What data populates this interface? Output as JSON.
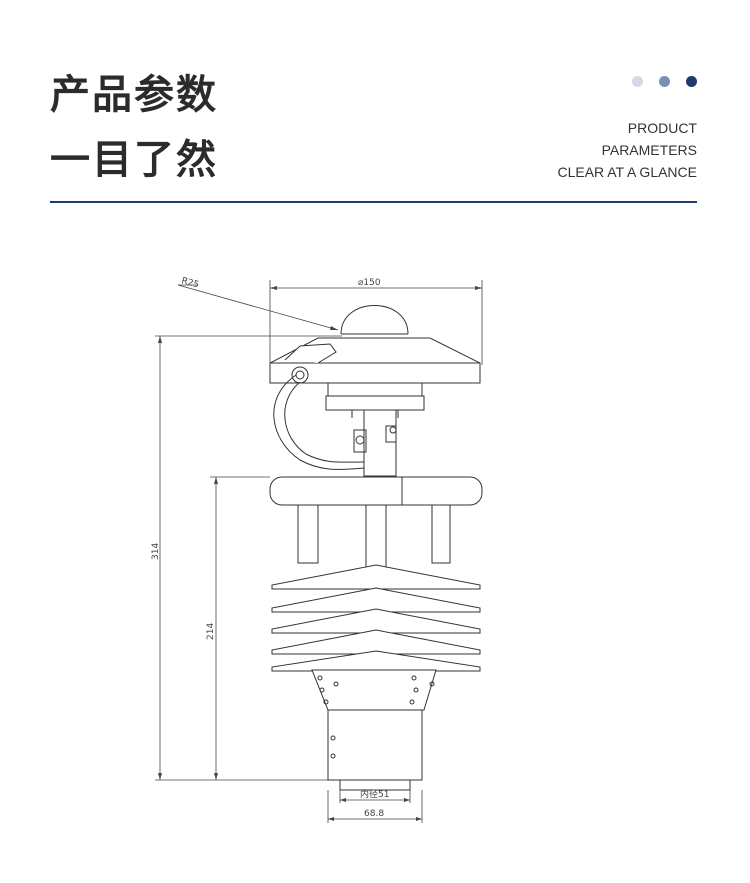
{
  "header": {
    "title_line1": "产品参数",
    "title_line2": "一目了然",
    "subtitle": [
      "PRODUCT",
      "PARAMETERS",
      "CLEAR AT A GLANCE"
    ],
    "dot_colors": [
      "#d3dae6",
      "#7b8fb5",
      "#1f3a6e"
    ],
    "rule_color": "#1f3a6e"
  },
  "drawing": {
    "dimensions": {
      "radius": "R25",
      "top_diameter": "⌀150",
      "total_height": "314",
      "lower_height": "214",
      "inner_diameter": "内径51",
      "base_width": "68.8"
    }
  }
}
